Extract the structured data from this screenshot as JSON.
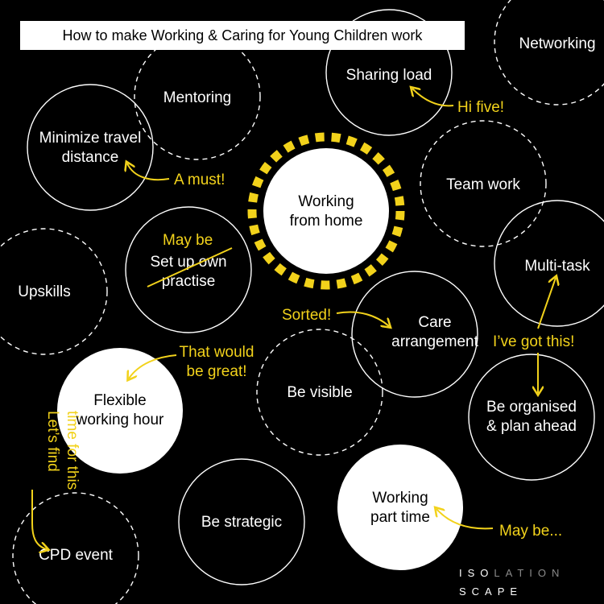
{
  "title": "How to make Working & Caring for Young Children work",
  "brand": {
    "line1_a": "ISO",
    "line1_b": "LATION",
    "line2": "SCAPE"
  },
  "colors": {
    "background": "#000000",
    "accent": "#F2D21B",
    "circle": "#FFFFFF"
  },
  "nodes": {
    "networking": {
      "lines": [
        "Networking"
      ]
    },
    "mentoring": {
      "lines": [
        "Mentoring"
      ]
    },
    "sharing_load": {
      "lines": [
        "Sharing load"
      ]
    },
    "minimize_travel": {
      "lines": [
        "Minimize travel",
        "distance"
      ]
    },
    "working_from_home": {
      "lines": [
        "Working",
        "from home"
      ]
    },
    "team_work": {
      "lines": [
        "Team work"
      ]
    },
    "set_up_own_practise": {
      "lines": [
        "Set up own",
        "practise"
      ]
    },
    "multi_task": {
      "lines": [
        "Multi-task"
      ]
    },
    "upskills": {
      "lines": [
        "Upskills"
      ]
    },
    "care_arrangement": {
      "lines": [
        "Care",
        "arrangement"
      ]
    },
    "be_visible": {
      "lines": [
        "Be visible"
      ]
    },
    "flexible_working_hour": {
      "lines": [
        "Flexible",
        "working hour"
      ]
    },
    "be_organised": {
      "lines": [
        "Be organised",
        "& plan ahead"
      ]
    },
    "be_strategic": {
      "lines": [
        "Be strategic"
      ]
    },
    "working_part_time": {
      "lines": [
        "Working",
        "part time"
      ]
    },
    "cpd_event": {
      "lines": [
        "CPD event"
      ]
    }
  },
  "annotations": {
    "hi_five": {
      "lines": [
        "Hi five!"
      ]
    },
    "a_must": {
      "lines": [
        "A must!"
      ]
    },
    "may_be_top": {
      "lines": [
        "May be"
      ]
    },
    "sorted": {
      "lines": [
        "Sorted!"
      ]
    },
    "got_this": {
      "lines": [
        "I’ve got this!"
      ]
    },
    "would_be_great": {
      "lines": [
        "That would",
        "be great!"
      ]
    },
    "find_time": {
      "lines": [
        "Let’s find",
        "time for this"
      ]
    },
    "may_be_bottom": {
      "lines": [
        "May be..."
      ]
    }
  }
}
